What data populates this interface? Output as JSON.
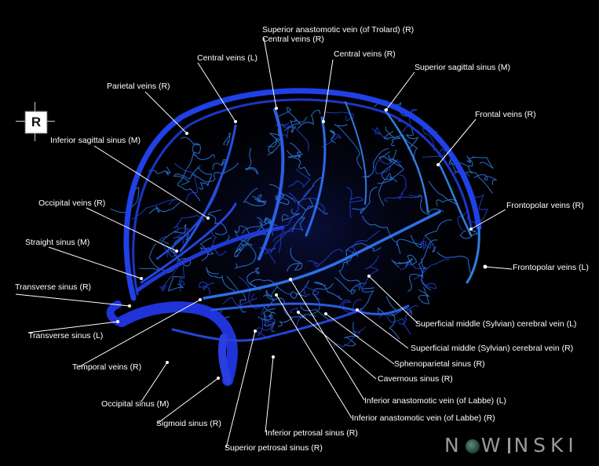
{
  "orientation": {
    "letter": "R"
  },
  "brand": {
    "pre": "N",
    "mid": "W",
    "post": "NSKI"
  },
  "labels": {
    "sup_anast_trolard_r": "Superior anastomotic vein (of Trolard) (R)",
    "central_veins_r_1": "Central veins (R)",
    "central_veins_l": "Central veins (L)",
    "central_veins_r_2": "Central veins (R)",
    "superior_sagittal_sinus": "Superior sagittal sinus (M)",
    "parietal_veins_r": "Parietal veins (R)",
    "frontal_veins_r": "Frontal veins (R)",
    "inferior_sagittal_sinus": "Inferior sagittal sinus (M)",
    "occipital_veins_r": "Occipital veins (R)",
    "frontopolar_veins_r": "Frontopolar veins (R)",
    "straight_sinus": "Straight sinus (M)",
    "frontopolar_veins_l": "Frontopolar veins (L)",
    "transverse_sinus_r": "Transverse sinus (R)",
    "transverse_sinus_l": "Transverse sinus (L)",
    "superficial_middle_l": "Superficial middle (Sylvian) cerebral vein (L)",
    "superficial_middle_r": "Superficial middle (Sylvian) cerebral vein (R)",
    "temporal_veins_r": "Temporal veins (R)",
    "sphenoparietal_sinus_r": "Sphenoparietal sinus (R)",
    "cavernous_sinus_r": "Cavernous sinus (R)",
    "occipital_sinus": "Occipital sinus (M)",
    "inf_anast_labbe_l": "Inferior anastomotic vein (of Labbe) (L)",
    "sigmoid_sinus_r": "Sigmoid sinus (R)",
    "inf_anast_labbe_r": "Inferior anastomotic vein (of Labbe) (R)",
    "inferior_petrosal_sinus_r": "Inferior petrosal sinus (R)",
    "superior_petrosal_sinus_r": "Superior petrosal sinus (R)"
  },
  "colors": {
    "background": "#000000",
    "vessel_deep": "#1a2fd6",
    "vessel_light": "#2e7fe0",
    "label_text": "#ffffff",
    "leader_line": "#ffffff",
    "brand": "#9a9a9a"
  }
}
